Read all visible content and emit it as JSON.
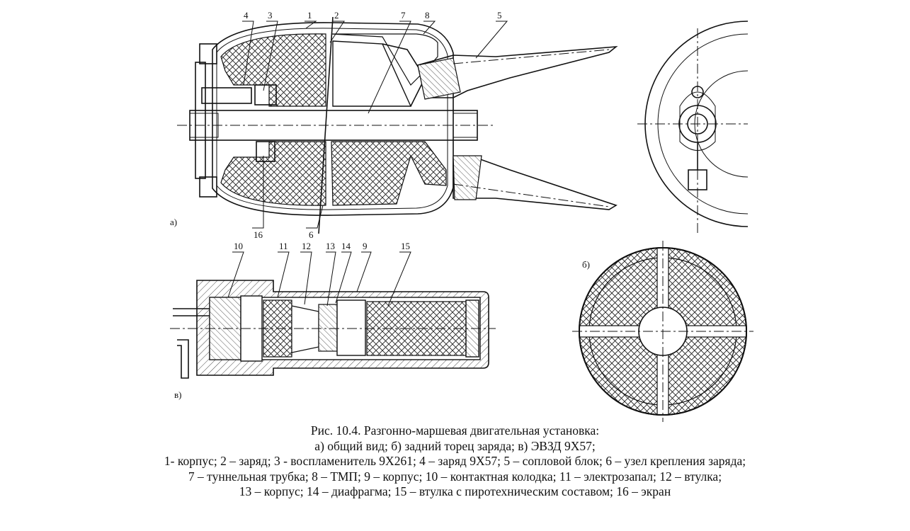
{
  "figure": {
    "part_labels": [
      "1",
      "2",
      "3",
      "4",
      "5",
      "6",
      "7",
      "8",
      "9",
      "10",
      "11",
      "12",
      "13",
      "14",
      "15",
      "16"
    ],
    "view_labels": {
      "a": "а)",
      "b": "б)",
      "v": "в)"
    }
  },
  "caption": {
    "title": "Рис. 10.4. Разгонно-маршевая двигательная установка:",
    "line1": "а)  общий вид; б) задний торец заряда; в) ЭВЗД 9Х57;",
    "line2": "1- корпус; 2 – заряд; 3  - воспламенитель 9Х261; 4 – заряд 9Х57; 5 – сопловой блок; 6 – узел крепления заряда;",
    "line3": "7 – туннельная трубка; 8 – ТМП; 9 – корпус; 10 – контактная колодка; 11 – электрозапал; 12 – втулка;",
    "line4": "13 – корпус; 14 – диафрагма; 15 – втулка с пиротехническим составом; 16 – экран"
  }
}
